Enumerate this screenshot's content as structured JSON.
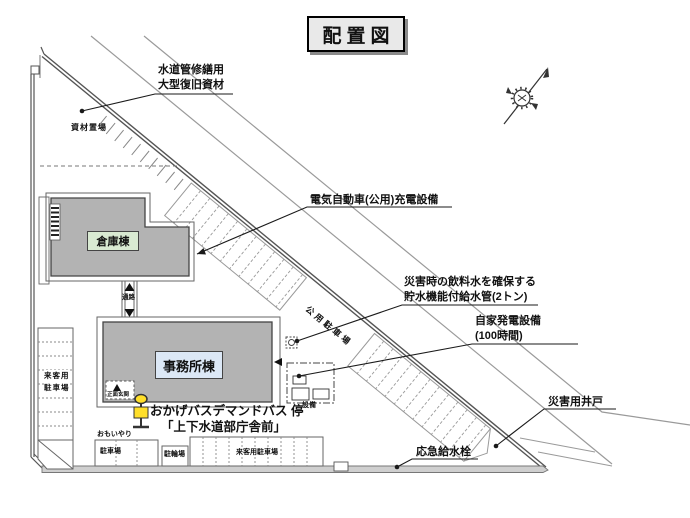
{
  "title": "配置図",
  "labels": {
    "materials": {
      "line1": "水道管修繕用",
      "line2": "大型復旧資材"
    },
    "material_yard": "資材置場",
    "warehouse": "倉庫棟",
    "office": "事務所棟",
    "passage": "通路",
    "ev_charger": "電気自動車(公用)充電設備",
    "water_storage": {
      "line1": "災害時の飲料水を確保する",
      "line2": "貯水機能付給水管(2トン)"
    },
    "generator": {
      "line1": "自家発電設備",
      "line2": "(100時間)"
    },
    "disaster_well": "災害用井戸",
    "emergency_tap": "応急給水栓",
    "bus_stop": {
      "line1": "おかげバスデマンドバス 停",
      "line2": "「上下水道部庁舎前」"
    },
    "main_entrance": "正面玄関",
    "equipment": "設備",
    "public_parking": "公用駐車場",
    "visitor_parking_left": {
      "line1": "来客用",
      "line2": "駐車場"
    },
    "courtesy_parking": {
      "caption": "おもいやり",
      "label": "駐車場"
    },
    "bicycle_parking": "駐輪場",
    "visitor_parking_bottom": "来客用駐車場"
  },
  "colors": {
    "building_fill": "#b3b3b3",
    "warehouse_label_bg": "#d9ead2",
    "office_label_bg": "#dce8f6",
    "bus_stop_yellow": "#ffdf2a",
    "outline": "#555555"
  }
}
